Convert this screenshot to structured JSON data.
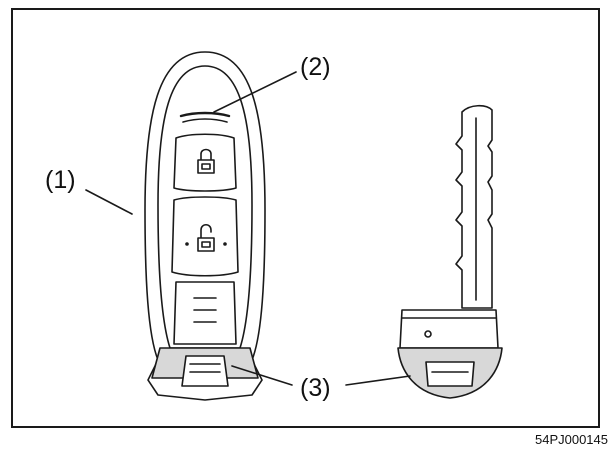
{
  "callouts": {
    "remote_body": "(1)",
    "indicator_light": "(2)",
    "emergency_key": "(3)"
  },
  "figure_id": "54PJ000145",
  "icons": {
    "lock_button": "lock-icon",
    "unlock_button": "unlock-icon"
  },
  "colors": {
    "line": "#1a1a1a",
    "fill": "#ffffff",
    "shade": "#d8d8d8"
  }
}
